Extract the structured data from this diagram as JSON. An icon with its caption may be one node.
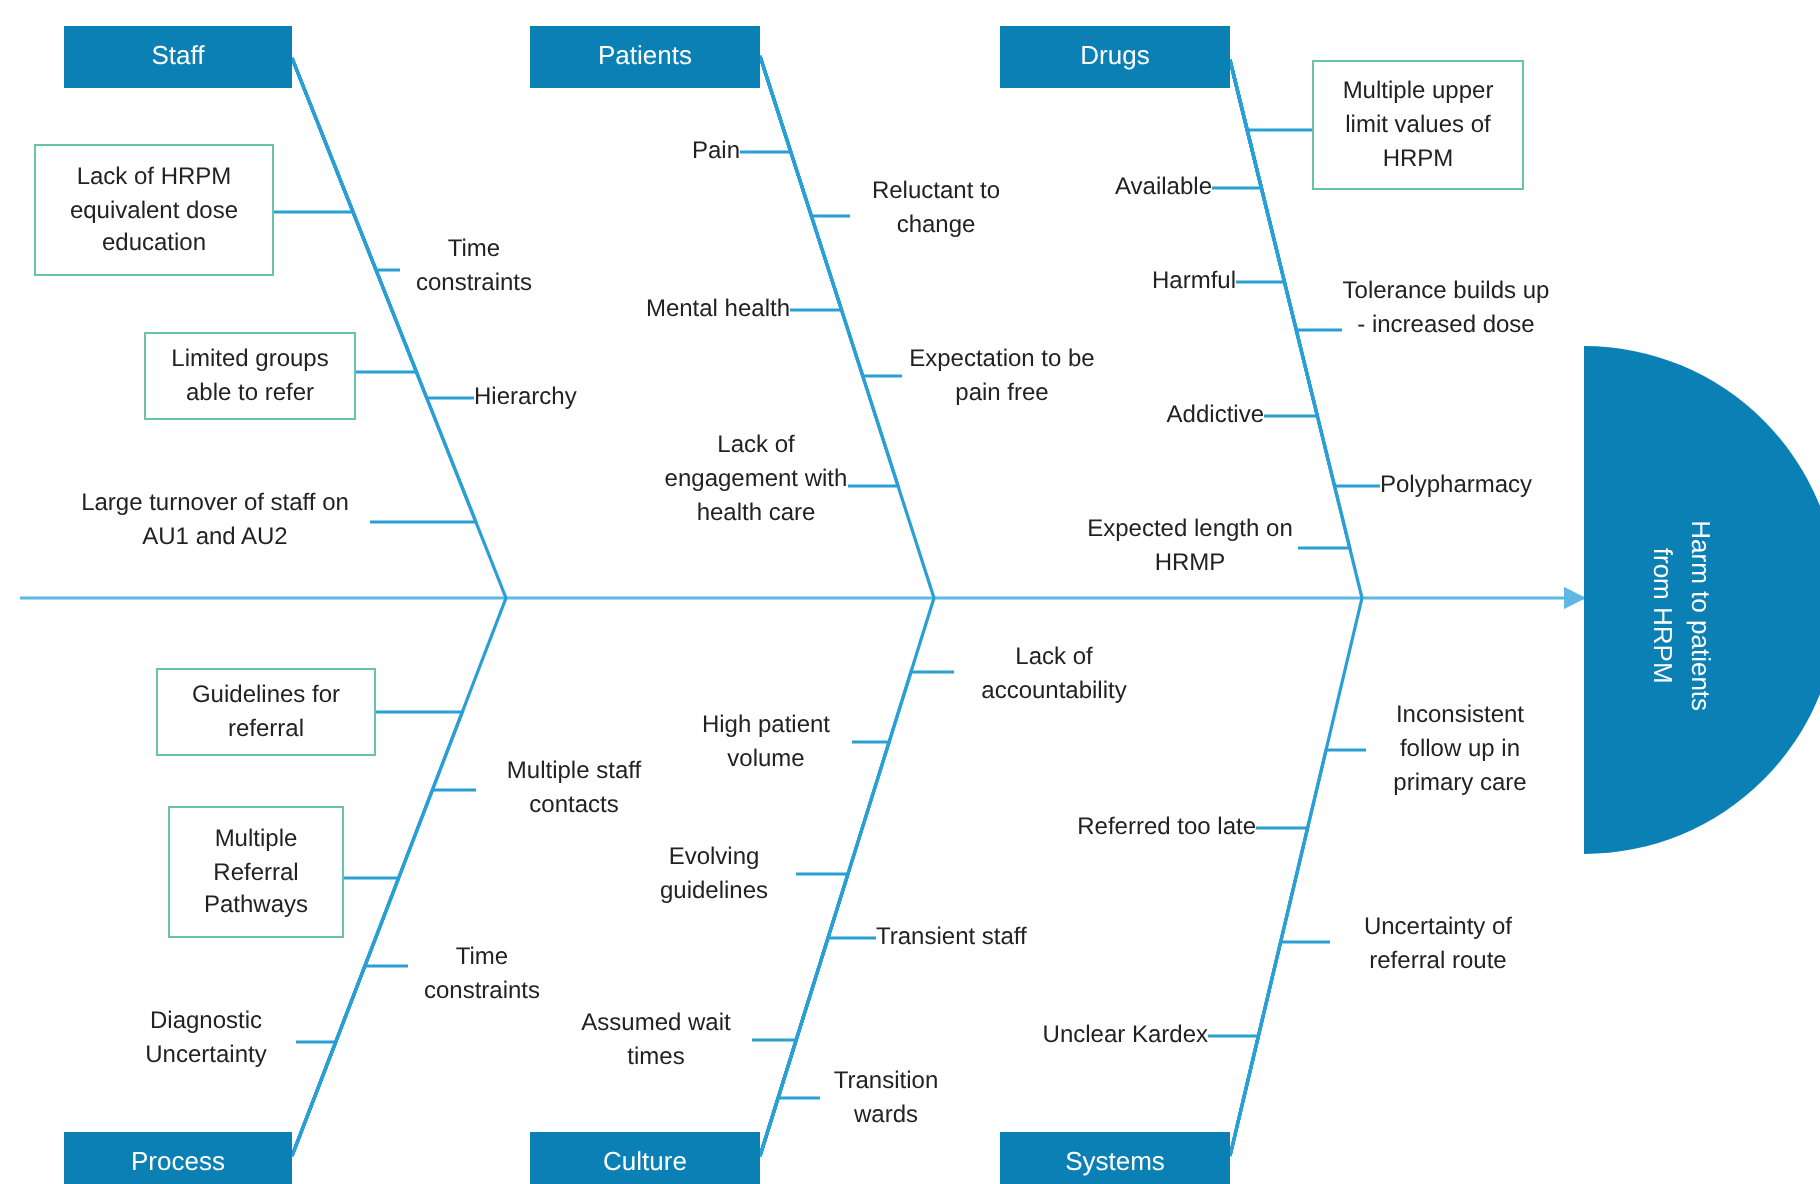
{
  "diagram": {
    "nodes": [
      {
        "text": [
          "Staff"
        ]
      },
      {
        "text": [
          "Lack of HRPM equivalent dose education"
        ]
      },
      {
        "text": [
          "Time constraints"
        ]
      },
      {
        "text": [
          "Limited groups able to refer"
        ]
      },
      {
        "text": [
          "Hierarchy"
        ]
      },
      {
        "text": [
          "Large turnover of staff on AU1 and AU2"
        ]
      },
      {
        "text": [
          "Patients"
        ]
      },
      {
        "text": [
          "Pain"
        ]
      },
      {
        "text": [
          "Reluctant to change"
        ]
      },
      {
        "text": [
          "Mental health"
        ]
      },
      {
        "text": [
          "Expectation to be pain free"
        ]
      },
      {
        "text": [
          "Lack of engagement with health care"
        ]
      },
      {
        "text": [
          "Drugs"
        ]
      },
      {
        "text": [
          "Multiple upper limit values of HRPM"
        ]
      },
      {
        "text": [
          "Available"
        ]
      },
      {
        "text": [
          "Harmful"
        ]
      },
      {
        "text": [
          "Tolerance builds up - increased dose"
        ]
      },
      {
        "text": [
          "Addictive"
        ]
      },
      {
        "text": [
          "Polypharmacy"
        ]
      },
      {
        "text": [
          "Expected length on HRMP"
        ]
      },
      {
        "text": [
          "Harm to patients from HRPM"
        ]
      },
      {
        "text": [
          "Process"
        ]
      },
      {
        "text": [
          "Guidelines for referral"
        ]
      },
      {
        "text": [
          "Multiple staff contacts"
        ]
      },
      {
        "text": [
          "Multiple Referral Pathways"
        ]
      },
      {
        "text": [
          "Time constraints"
        ]
      },
      {
        "text": [
          "Diagnostic Uncertainty"
        ]
      },
      {
        "text": [
          "Culture"
        ]
      },
      {
        "text": [
          "Lack of accountability"
        ]
      },
      {
        "text": [
          "High patient volume"
        ]
      },
      {
        "text": [
          "Evolving guidelines"
        ]
      },
      {
        "text": [
          "Transient staff"
        ]
      },
      {
        "text": [
          "Assumed wait times"
        ]
      },
      {
        "text": [
          "Transition wards"
        ]
      },
      {
        "text": [
          "Systems"
        ]
      },
      {
        "text": [
          "Inconsistent follow up in primary care"
        ]
      },
      {
        "text": [
          "Referred too late"
        ]
      },
      {
        "text": [
          "Uncertainty of referral route"
        ]
      },
      {
        "text": [
          "Unclear Kardex"
        ]
      }
    ],
    "edges": [
      {
        "from": null,
        "to": 20,
        "arrow": "to"
      },
      {
        "from": 0,
        "to": null,
        "arrow": "none"
      },
      {
        "from": 6,
        "to": null,
        "arrow": "none"
      },
      {
        "from": 12,
        "to": null,
        "arrow": "none"
      },
      {
        "from": 21,
        "to": null,
        "arrow": "none"
      },
      {
        "from": 27,
        "to": null,
        "arrow": "none"
      },
      {
        "from": 34,
        "to": null,
        "arrow": "none"
      },
      {
        "from": 1,
        "to": 0,
        "arrow": "none"
      },
      {
        "from": 2,
        "to": 0,
        "arrow": "none"
      },
      {
        "from": 3,
        "to": 0,
        "arrow": "none"
      },
      {
        "from": 4,
        "to": 0,
        "arrow": "none"
      },
      {
        "from": 5,
        "to": 0,
        "arrow": "none"
      },
      {
        "from": 7,
        "to": 6,
        "arrow": "none"
      },
      {
        "from": 8,
        "to": 6,
        "arrow": "none"
      },
      {
        "from": 9,
        "to": 6,
        "arrow": "none"
      },
      {
        "from": 10,
        "to": 6,
        "arrow": "none"
      },
      {
        "from": 11,
        "to": 6,
        "arrow": "none"
      },
      {
        "from": 13,
        "to": 12,
        "arrow": "none"
      },
      {
        "from": 14,
        "to": 12,
        "arrow": "none"
      },
      {
        "from": 15,
        "to": 12,
        "arrow": "none"
      },
      {
        "from": 16,
        "to": 12,
        "arrow": "none"
      },
      {
        "from": 17,
        "to": 12,
        "arrow": "none"
      },
      {
        "from": 18,
        "to": 12,
        "arrow": "none"
      },
      {
        "from": 19,
        "to": 12,
        "arrow": "none"
      },
      {
        "from": 22,
        "to": 21,
        "arrow": "none"
      },
      {
        "from": 23,
        "to": 21,
        "arrow": "none"
      },
      {
        "from": 24,
        "to": 21,
        "arrow": "none"
      },
      {
        "from": 25,
        "to": 21,
        "arrow": "none"
      },
      {
        "from": 26,
        "to": 21,
        "arrow": "none"
      },
      {
        "from": 28,
        "to": 27,
        "arrow": "none"
      },
      {
        "from": 29,
        "to": 27,
        "arrow": "none"
      },
      {
        "from": 30,
        "to": 27,
        "arrow": "none"
      },
      {
        "from": 31,
        "to": 27,
        "arrow": "none"
      },
      {
        "from": 32,
        "to": 27,
        "arrow": "none"
      },
      {
        "from": 33,
        "to": 27,
        "arrow": "none"
      },
      {
        "from": 35,
        "to": 34,
        "arrow": "none"
      },
      {
        "from": 36,
        "to": 34,
        "arrow": "none"
      },
      {
        "from": 37,
        "to": 34,
        "arrow": "none"
      },
      {
        "from": 38,
        "to": 34,
        "arrow": "none"
      }
    ]
  }
}
